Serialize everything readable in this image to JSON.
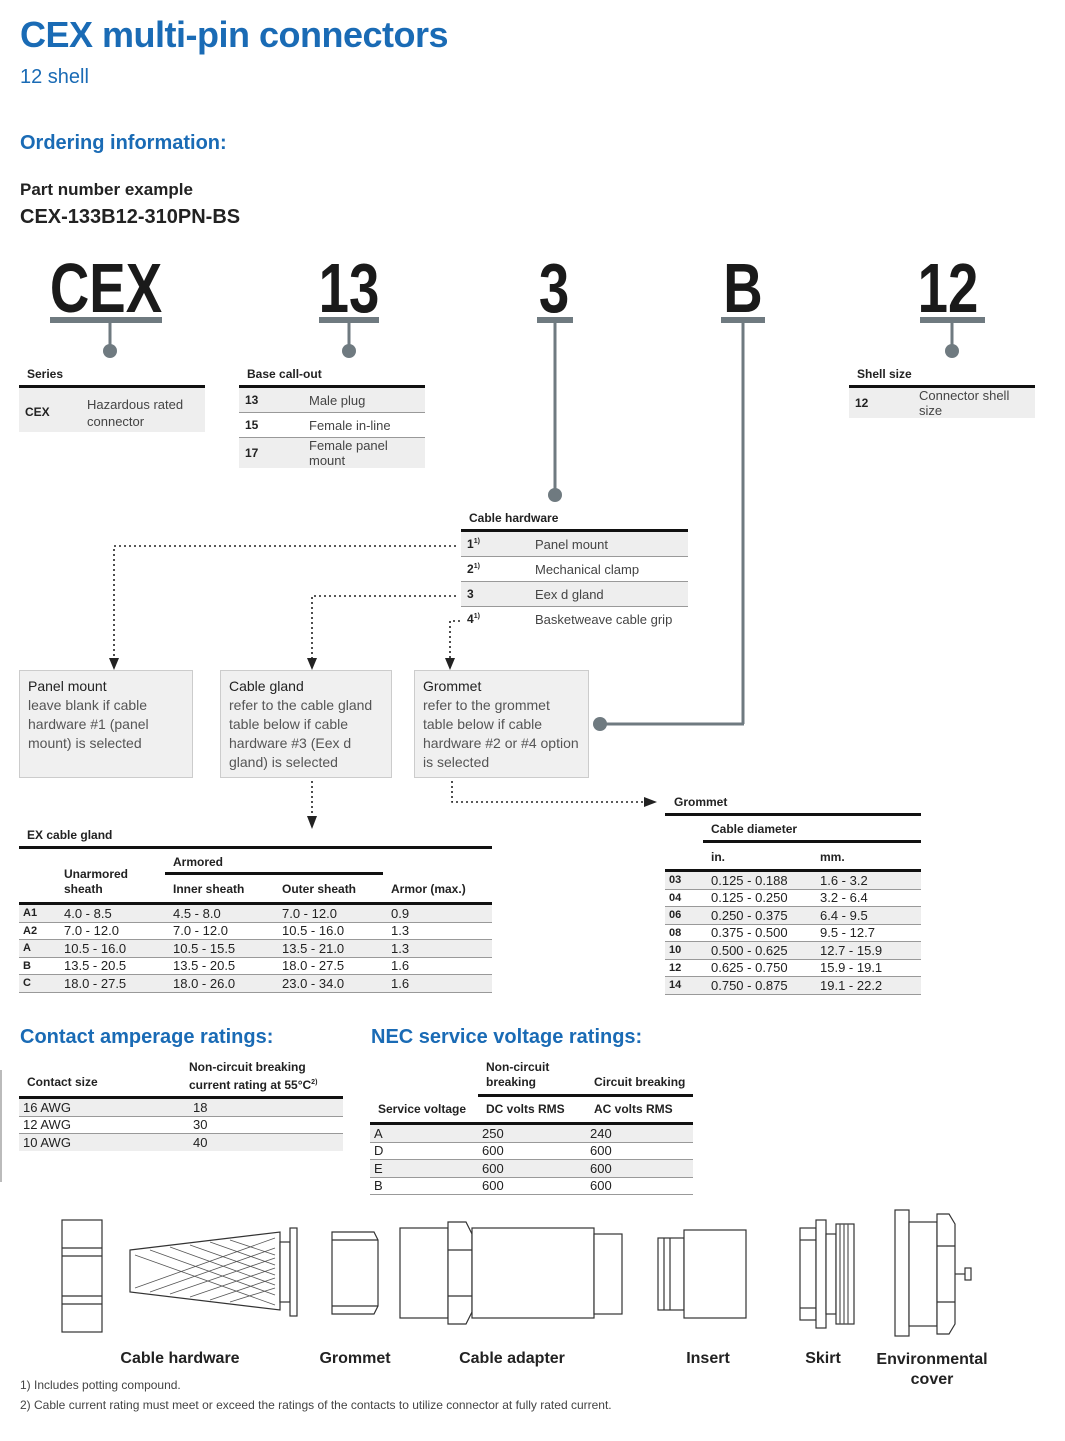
{
  "header": {
    "title": "CEX multi-pin connectors",
    "subtitle": "12 shell",
    "ordering": "Ordering information:",
    "part_label": "Part number example",
    "part_number": "CEX-133B12-310PN-BS"
  },
  "codes": [
    "CEX",
    "13",
    "3",
    "B",
    "12"
  ],
  "series": {
    "title": "Series",
    "code": "CEX",
    "desc": "Hazardous rated connector"
  },
  "base": {
    "title": "Base call-out",
    "rows": [
      {
        "code": "13",
        "desc": "Male plug"
      },
      {
        "code": "15",
        "desc": "Female in-line"
      },
      {
        "code": "17",
        "desc": "Female panel mount"
      }
    ]
  },
  "shell": {
    "title": "Shell size",
    "code": "12",
    "desc": "Connector shell size"
  },
  "cable_hw": {
    "title": "Cable hardware",
    "rows": [
      {
        "code": "1",
        "sup": "1)",
        "desc": "Panel mount"
      },
      {
        "code": "2",
        "sup": "1)",
        "desc": "Mechanical clamp"
      },
      {
        "code": "3",
        "sup": "",
        "desc": "Eex d gland"
      },
      {
        "code": "4",
        "sup": "1)",
        "desc": "Basketweave cable grip"
      }
    ]
  },
  "boxes": [
    {
      "label": "Panel mount",
      "desc": "leave blank if cable hardware #1 (panel mount) is selected"
    },
    {
      "label": "Cable gland",
      "desc": "refer to the cable gland table below if cable hardware #3 (Eex d gland) is selected"
    },
    {
      "label": "Grommet",
      "desc": "refer to the grommet table below if cable hardware #2 or #4 option is selected"
    }
  ],
  "ex_gland": {
    "title": "EX cable gland",
    "armored": "Armored",
    "headers": [
      "Unarmored sheath",
      "Inner sheath",
      "Outer sheath",
      "Armor (max.)"
    ],
    "rows": [
      [
        "A1",
        "4.0 - 8.5",
        "4.5 - 8.0",
        "7.0 - 12.0",
        "0.9"
      ],
      [
        "A2",
        "7.0 - 12.0",
        "7.0 - 12.0",
        "10.5 - 16.0",
        "1.3"
      ],
      [
        "A",
        "10.5 - 16.0",
        "10.5 - 15.5",
        "13.5 - 21.0",
        "1.3"
      ],
      [
        "B",
        "13.5 - 20.5",
        "13.5 - 20.5",
        "18.0 - 27.5",
        "1.6"
      ],
      [
        "C",
        "18.0 - 27.5",
        "18.0 - 26.0",
        "23.0 - 34.0",
        "1.6"
      ]
    ]
  },
  "grommet": {
    "title": "Grommet",
    "cable_diameter": "Cable diameter",
    "headers": [
      "in.",
      "mm."
    ],
    "rows": [
      [
        "03",
        "0.125 - 0.188",
        "1.6 - 3.2"
      ],
      [
        "04",
        "0.125 - 0.250",
        "3.2 - 6.4"
      ],
      [
        "06",
        "0.250 - 0.375",
        "6.4 - 9.5"
      ],
      [
        "08",
        "0.375 - 0.500",
        "9.5 - 12.7"
      ],
      [
        "10",
        "0.500 - 0.625",
        "12.7 - 15.9"
      ],
      [
        "12",
        "0.625 - 0.750",
        "15.9 - 19.1"
      ],
      [
        "14",
        "0.750 - 0.875",
        "19.1 - 22.2"
      ]
    ]
  },
  "amperage": {
    "title": "Contact amperage ratings:",
    "headers": [
      "Contact size",
      "Non-circuit breaking current rating at 55°C"
    ],
    "sup": "2)",
    "rows": [
      [
        "16 AWG",
        "18"
      ],
      [
        "12 AWG",
        "30"
      ],
      [
        "10 AWG",
        "40"
      ]
    ]
  },
  "nec": {
    "title": "NEC service voltage ratings:",
    "group_headers": [
      "Non-circuit breaking",
      "Circuit breaking"
    ],
    "headers": [
      "Service voltage",
      "DC volts RMS",
      "AC volts RMS"
    ],
    "rows": [
      [
        "A",
        "250",
        "240"
      ],
      [
        "D",
        "600",
        "600"
      ],
      [
        "E",
        "600",
        "600"
      ],
      [
        "B",
        "600",
        "600"
      ]
    ]
  },
  "captions": [
    "Cable hardware",
    "Grommet",
    "Cable adapter",
    "Insert",
    "Skirt",
    "Environmental cover"
  ],
  "footnotes": [
    "1) Includes potting compound.",
    "2) Cable current rating must meet or exceed the ratings of the contacts to utilize connector at fully rated current."
  ],
  "colors": {
    "accent": "#1a6bb5",
    "connector": "#6f7a80"
  }
}
